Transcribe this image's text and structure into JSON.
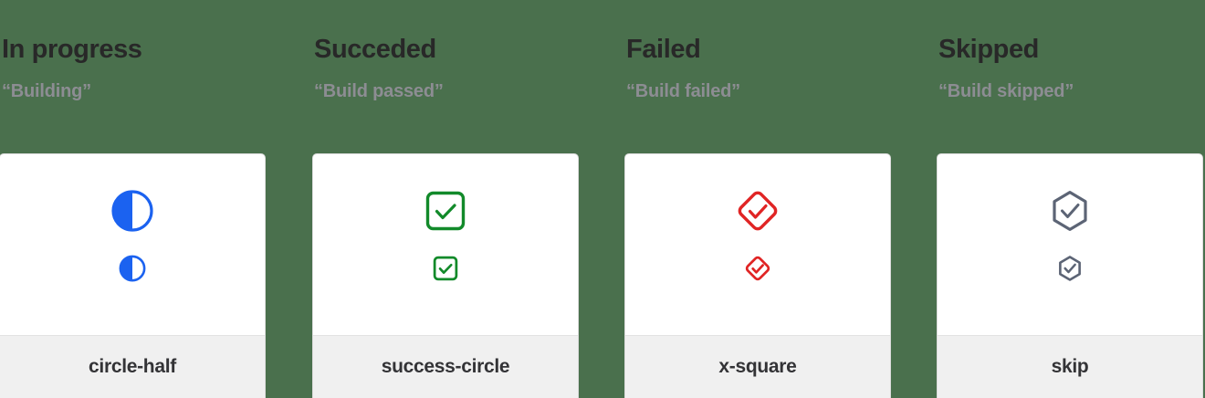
{
  "background_color": "#4a704d",
  "columns": [
    {
      "title": "In progress",
      "subtitle": "“Building”",
      "icon_name": "circle-half-icon",
      "icon_label": "circle-half",
      "icon_color": "#1b62f0"
    },
    {
      "title": "Succeded",
      "subtitle": "“Build passed”",
      "icon_name": "success-circle-icon",
      "icon_label": "success-circle",
      "icon_color": "#128a2a"
    },
    {
      "title": "Failed",
      "subtitle": "“Build failed”",
      "icon_name": "x-square-icon",
      "icon_label": "x-square",
      "icon_color": "#e02424"
    },
    {
      "title": "Skipped",
      "subtitle": "“Build skipped”",
      "icon_name": "skip-icon",
      "icon_label": "skip",
      "icon_color": "#5c6475"
    }
  ]
}
